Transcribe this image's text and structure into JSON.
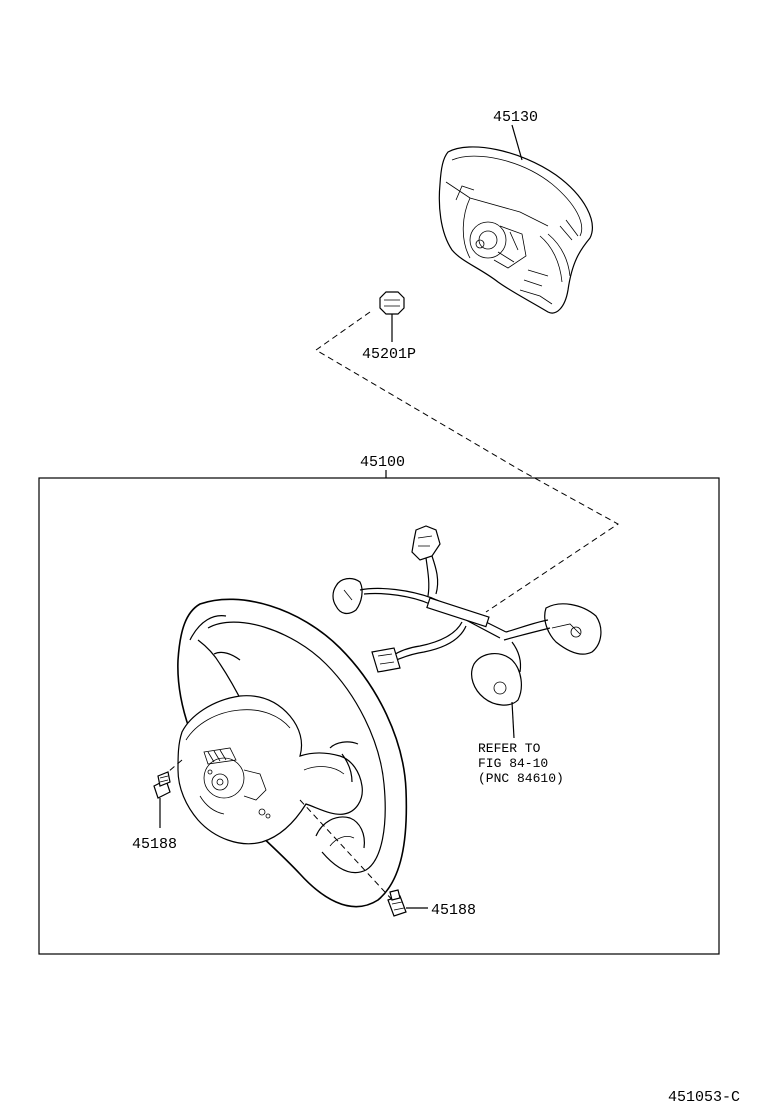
{
  "parts": {
    "pad": {
      "number": "45130"
    },
    "nut": {
      "number": "45201P"
    },
    "wheel_assembly": {
      "number": "45100"
    },
    "bolt_left": {
      "number": "45188"
    },
    "bolt_bottom": {
      "number": "45188"
    }
  },
  "note": {
    "line1": "REFER TO",
    "line2": "FIG 84-10",
    "line3": "(PNC 84610)"
  },
  "figure_code": "451053-C"
}
